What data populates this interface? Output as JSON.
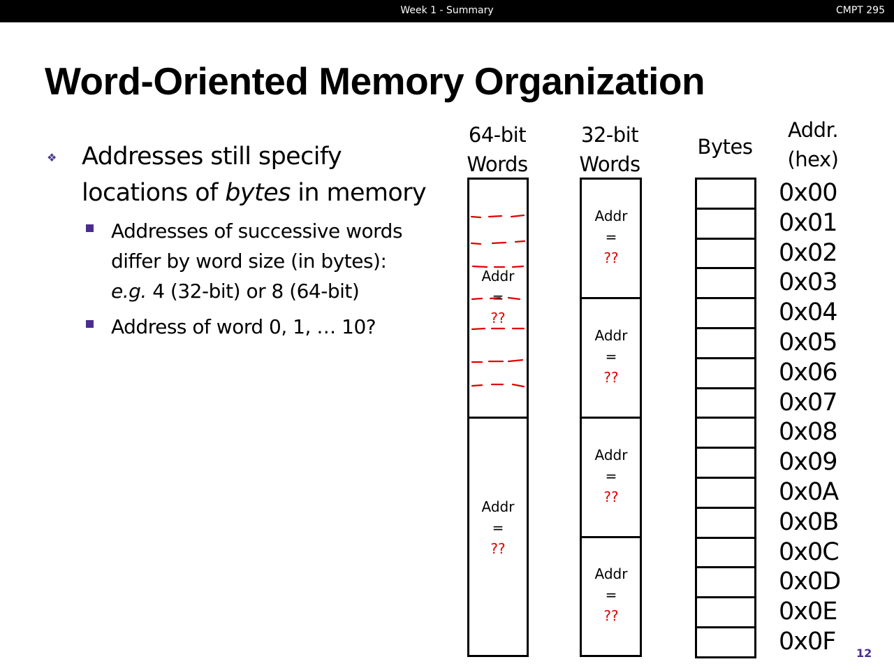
{
  "header": {
    "center_title": "Week 1 - Summary",
    "course": "CMPT 295"
  },
  "slide": {
    "title": "Word-Oriented Memory Organization",
    "bullet_main_before": "Addresses still specify locations of ",
    "bullet_main_emph": "bytes",
    "bullet_main_after": " in memory",
    "sub_bullet_1_line1": "Addresses of successive words",
    "sub_bullet_1_line2": "differ by word size (in bytes):",
    "sub_bullet_1_eg": "e.g.",
    "sub_bullet_1_line3": " 4 (32-bit) or 8 (64-bit)",
    "sub_bullet_2": "Address  of  word 0, 1, … 10?",
    "page_number": "12"
  },
  "columns": {
    "words64": {
      "line1": "64-bit",
      "line2": "Words"
    },
    "words32": {
      "line1": "32-bit",
      "line2": "Words"
    },
    "bytes": {
      "label": "Bytes"
    },
    "addr": {
      "line1": "Addr.",
      "line2": "(hex)"
    }
  },
  "cell_label": {
    "addr": "Addr",
    "equals": "=",
    "unknown": "??"
  },
  "hex_addresses": [
    "0x00",
    "0x01",
    "0x02",
    "0x03",
    "0x04",
    "0x05",
    "0x06",
    "0x07",
    "0x08",
    "0x09",
    "0x0A",
    "0x0B",
    "0x0C",
    "0x0D",
    "0x0E",
    "0x0F"
  ],
  "colors": {
    "accent": "#4b2d8f",
    "unknown_text": "#e00000",
    "annotation": "#e00000"
  }
}
